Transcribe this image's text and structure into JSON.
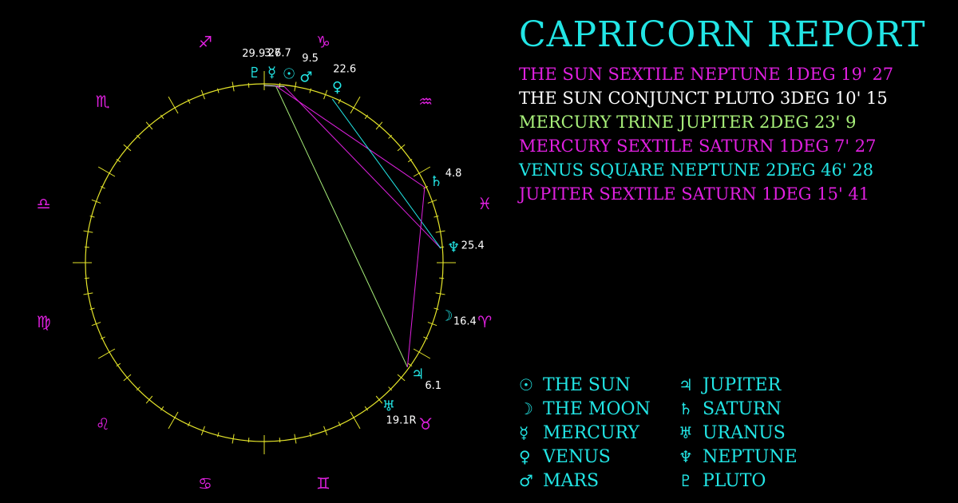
{
  "title": "Capricorn Report",
  "colors": {
    "background": "#000000",
    "wheel": "#e5e52a",
    "sign_glyph": "#e020e0",
    "planet_glyph": "#22e5e5",
    "sextile": "#e020e0",
    "conjunct": "#ffffff",
    "trine": "#a8f07a",
    "square": "#22e5e5"
  },
  "aspects": [
    {
      "text": "The Sun Sextile Neptune 1deg 19' 27",
      "color": "#e020e0"
    },
    {
      "text": "The Sun Conjunct Pluto 3deg 10' 15",
      "color": "#ffffff"
    },
    {
      "text": "Mercury Trine Jupiter 2deg 23' 9",
      "color": "#a8f07a"
    },
    {
      "text": "Mercury Sextile Saturn 1deg 7' 27",
      "color": "#e020e0"
    },
    {
      "text": "Venus Square Neptune 2deg 46' 28",
      "color": "#22e5e5"
    },
    {
      "text": "Jupiter Sextile Saturn 1deg 15' 41",
      "color": "#e020e0"
    }
  ],
  "legend": [
    {
      "glyph": "☉",
      "label": "The Sun"
    },
    {
      "glyph": "☽",
      "label": "The Moon"
    },
    {
      "glyph": "☿",
      "label": "Mercury"
    },
    {
      "glyph": "♀",
      "label": "Venus"
    },
    {
      "glyph": "♂",
      "label": "Mars"
    },
    {
      "glyph": "♃",
      "label": "Jupiter"
    },
    {
      "glyph": "♄",
      "label": "Saturn"
    },
    {
      "glyph": "♅",
      "label": "Uranus"
    },
    {
      "glyph": "♆",
      "label": "Neptune"
    },
    {
      "glyph": "♇",
      "label": "Pluto"
    }
  ],
  "chart_data": {
    "type": "astrology_wheel",
    "ascendant_longitude": 180,
    "signs": [
      {
        "name": "aries",
        "glyph": "♈",
        "longitude": 0
      },
      {
        "name": "taurus",
        "glyph": "♉",
        "longitude": 30
      },
      {
        "name": "gemini",
        "glyph": "♊",
        "longitude": 60
      },
      {
        "name": "cancer",
        "glyph": "♋",
        "longitude": 90
      },
      {
        "name": "leo",
        "glyph": "♌",
        "longitude": 120
      },
      {
        "name": "virgo",
        "glyph": "♍",
        "longitude": 150
      },
      {
        "name": "libra",
        "glyph": "♎",
        "longitude": 180
      },
      {
        "name": "scorpio",
        "glyph": "♏",
        "longitude": 210
      },
      {
        "name": "sagittarius",
        "glyph": "♐",
        "longitude": 240
      },
      {
        "name": "capricorn",
        "glyph": "♑",
        "longitude": 270
      },
      {
        "name": "aquarius",
        "glyph": "♒",
        "longitude": 300
      },
      {
        "name": "pisces",
        "glyph": "♓",
        "longitude": 330
      }
    ],
    "planets": [
      {
        "name": "sun",
        "glyph": "☉",
        "longitude": 276.5
      },
      {
        "name": "moon",
        "glyph": "☽",
        "longitude": 16.4,
        "label": "16.4"
      },
      {
        "name": "mercury",
        "glyph": "☿",
        "longitude": 273.7,
        "label": "3.7"
      },
      {
        "name": "venus",
        "glyph": "♀",
        "longitude": 292.6,
        "label": "22.6"
      },
      {
        "name": "mars",
        "glyph": "♂",
        "longitude": 279.5,
        "label": "9.5"
      },
      {
        "name": "jupiter",
        "glyph": "♃",
        "longitude": 36.1,
        "label": "6.1"
      },
      {
        "name": "saturn",
        "glyph": "♄",
        "longitude": 334.8,
        "label": "4.8"
      },
      {
        "name": "uranus",
        "glyph": "♅",
        "longitude": 49.1,
        "label": "19.1R"
      },
      {
        "name": "neptune",
        "glyph": "♆",
        "longitude": 355.4,
        "label": "25.4"
      },
      {
        "name": "pluto",
        "glyph": "♇",
        "longitude": 269.9,
        "label": "29.9"
      }
    ],
    "extra_labels": [
      {
        "text": "26.7",
        "longitude": 276.7
      }
    ],
    "aspect_lines": [
      {
        "from": "sun",
        "to": "neptune",
        "type": "sextile",
        "color": "#e020e0"
      },
      {
        "from": "sun",
        "to": "pluto",
        "type": "conjunct",
        "color": "#ffffff"
      },
      {
        "from": "mercury",
        "to": "jupiter",
        "type": "trine",
        "color": "#a8f07a"
      },
      {
        "from": "mercury",
        "to": "saturn",
        "type": "sextile",
        "color": "#e020e0"
      },
      {
        "from": "venus",
        "to": "neptune",
        "type": "square",
        "color": "#22e5e5"
      },
      {
        "from": "jupiter",
        "to": "saturn",
        "type": "sextile",
        "color": "#e020e0"
      }
    ]
  }
}
